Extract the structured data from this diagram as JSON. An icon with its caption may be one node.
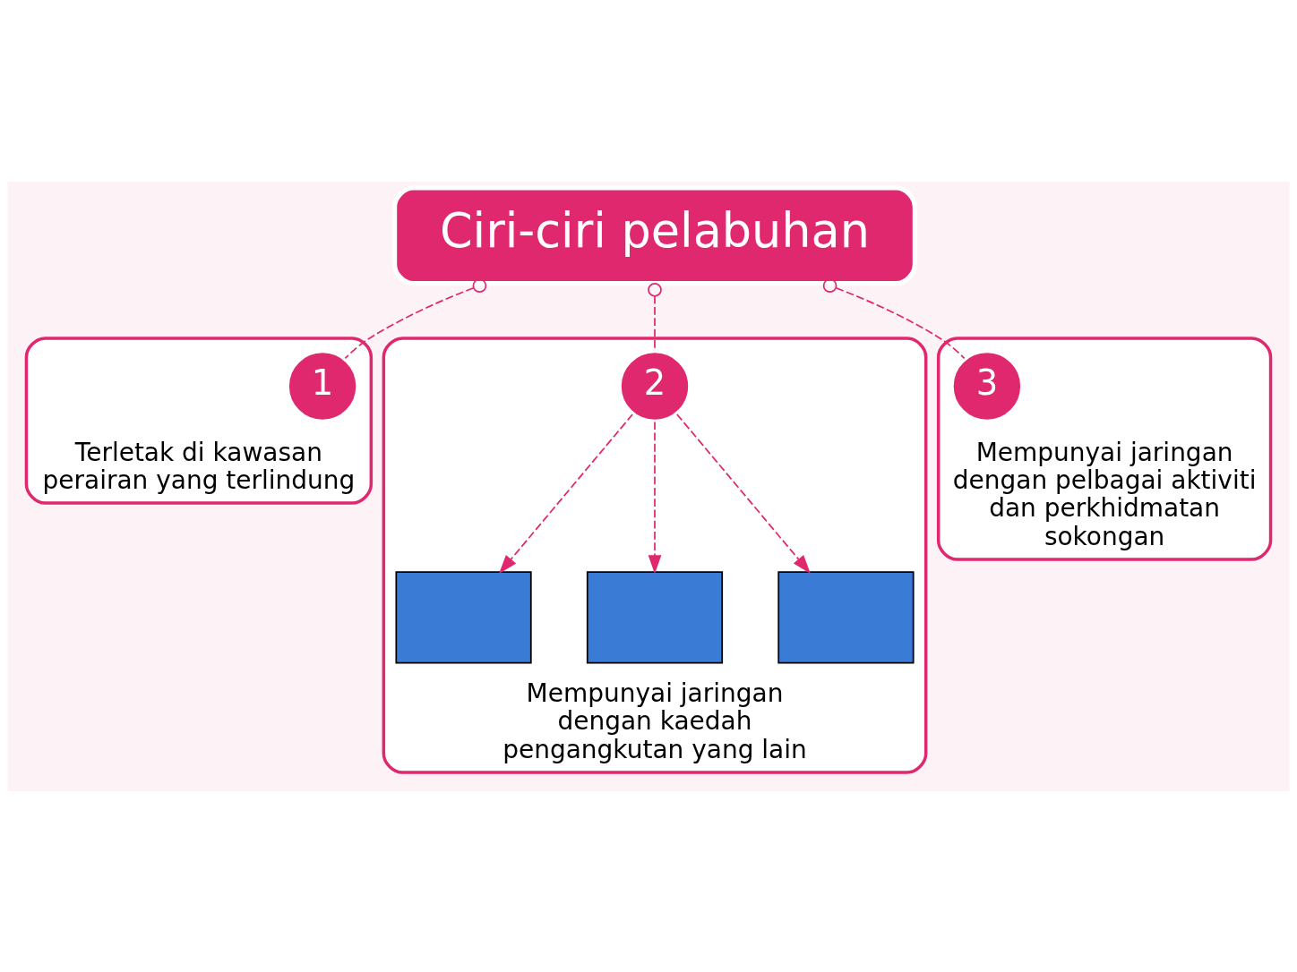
{
  "diagram": {
    "nodes": [
      {
        "text": [
          "Ciri-ciri pelabuhan"
        ]
      },
      {
        "text": [
          "Terletak di kawasan perairan yang terlindung"
        ]
      },
      {
        "text": [
          "1"
        ],
        "in": 1
      },
      {
        "text": [
          "Mempunyai jaringan dengan kaedah pengangkutan yang lain"
        ]
      },
      {
        "text": [
          "2"
        ],
        "in": 3
      },
      {
        "text": [],
        "shape": "box",
        "in": 3
      },
      {
        "text": [],
        "shape": "box",
        "in": 3
      },
      {
        "text": [],
        "shape": "box",
        "in": 3
      },
      {
        "text": [
          "Mempunyai jaringan dengan pelbagai aktiviti dan perkhidmatan sokongan"
        ]
      },
      {
        "text": [
          "3"
        ],
        "in": 8
      }
    ],
    "edges": [
      {
        "from": 0,
        "to": 2,
        "arrow": "other",
        "style": "dashed"
      },
      {
        "from": 0,
        "to": 4,
        "arrow": "other",
        "style": "dashed"
      },
      {
        "from": 0,
        "to": 9,
        "arrow": "other",
        "style": "dashed"
      },
      {
        "from": 4,
        "to": 5,
        "arrow": "to",
        "style": "dashed"
      },
      {
        "from": 4,
        "to": 6,
        "arrow": "to",
        "style": "dashed"
      },
      {
        "from": 4,
        "to": 7,
        "arrow": "to",
        "style": "dashed"
      }
    ]
  }
}
